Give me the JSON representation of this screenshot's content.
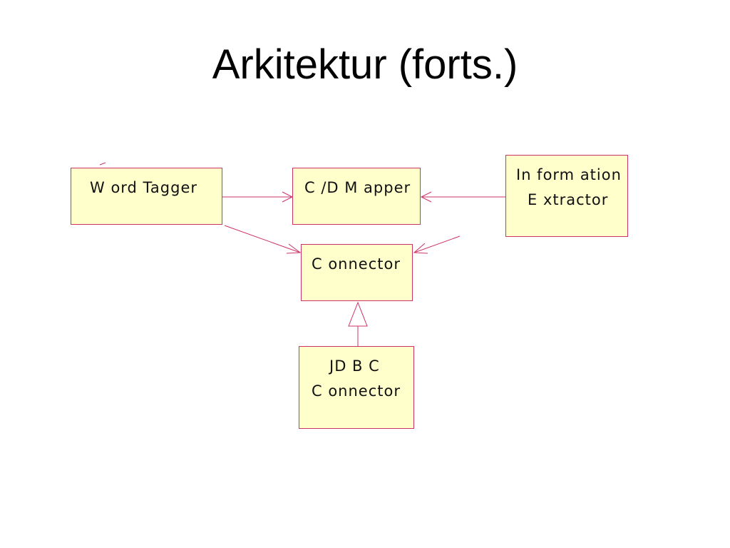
{
  "slide": {
    "title": "Arkitektur (forts.)"
  },
  "diagram": {
    "boxes": {
      "word_tagger": {
        "line1": "W ord Tagger"
      },
      "cd_mapper": {
        "line1": "C /D  M apper"
      },
      "information_extractor": {
        "line1": "In form ation",
        "line2": "E xtractor"
      },
      "connector": {
        "line1": "C onnector"
      },
      "jdbc_connector": {
        "line1": "JD B C",
        "line2": "C onnector"
      }
    },
    "colors": {
      "box_fill": "#ffffcc",
      "box_border": "#cc3366",
      "arrow": "#cc3366"
    }
  }
}
